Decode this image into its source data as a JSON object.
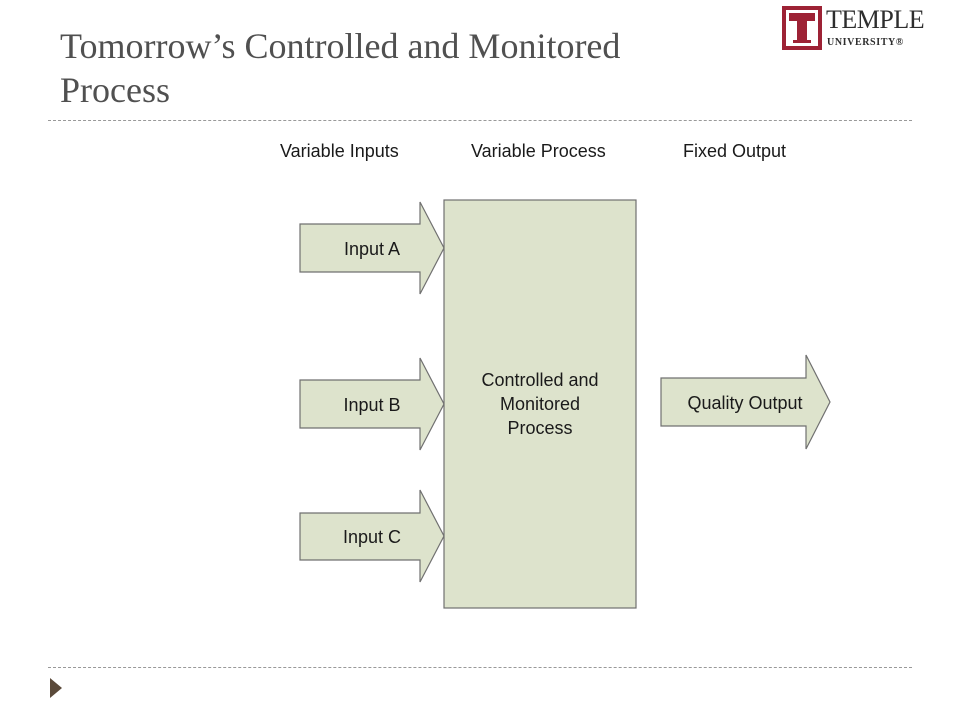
{
  "slide": {
    "title_lines": [
      "Tomorrow’s Controlled and Monitored",
      "Process"
    ]
  },
  "logo": {
    "wordmark": "TEMPLE",
    "subtitle": "UNIVERSITY®",
    "colors": {
      "maroon": "#9d2235"
    }
  },
  "diagram": {
    "column_headers": [
      "Variable Inputs",
      "Variable Process",
      "Fixed Output"
    ],
    "inputs": [
      {
        "label": "Input A"
      },
      {
        "label": "Input B"
      },
      {
        "label": "Input C"
      }
    ],
    "process": {
      "lines": [
        "Controlled and",
        "Monitored",
        "Process"
      ]
    },
    "output": {
      "label": "Quality Output"
    },
    "colors": {
      "fill": "#dde3cc",
      "stroke": "#707070"
    }
  }
}
